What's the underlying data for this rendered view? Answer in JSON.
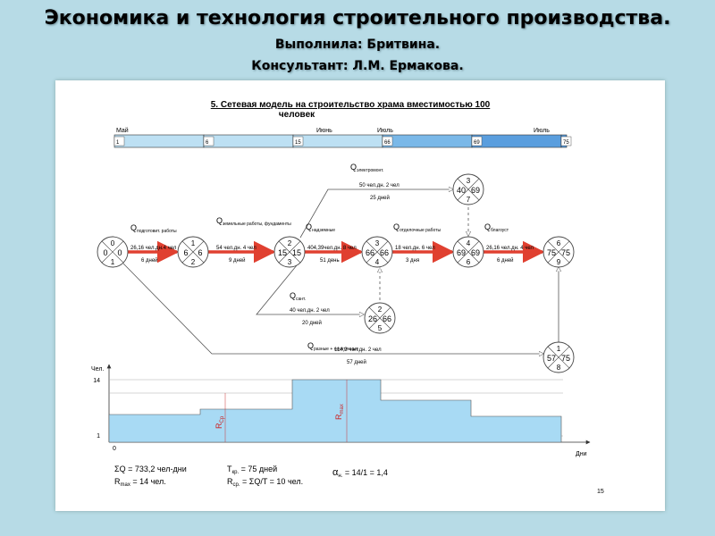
{
  "header": {
    "title": "Экономика и технология строительного производства.",
    "author": "Выполнила: Бритвина.",
    "consultant": "Консультант: Л.М. Ермакова."
  },
  "sheet": {
    "title_line1": "5. Сетевая модель на строительство храма вместимостью 100",
    "title_line2": "человек",
    "page_number": "15"
  },
  "calendar": {
    "months": [
      "Май",
      "Июнь",
      "Июль",
      "Июль"
    ],
    "days": [
      "1",
      "6",
      "15",
      "66",
      "69",
      "75"
    ]
  },
  "nodes": [
    {
      "num": "0",
      "es": "0",
      "ef": "0",
      "reserve": "1"
    },
    {
      "num": "1",
      "es": "6",
      "ef": "6",
      "reserve": "2"
    },
    {
      "num": "2",
      "es": "15",
      "ef": "15",
      "reserve": "3"
    },
    {
      "num": "3",
      "es": "66",
      "ef": "66",
      "reserve": "4"
    },
    {
      "num": "4",
      "es": "69",
      "ef": "69",
      "reserve": "6"
    },
    {
      "num": "6",
      "es": "75",
      "ef": "75",
      "reserve": "9"
    },
    {
      "num": "3",
      "es": "40",
      "ef": "69",
      "reserve": "7"
    },
    {
      "num": "2",
      "es": "26",
      "ef": "66",
      "reserve": "5"
    },
    {
      "num": "1",
      "es": "57",
      "ef": "75",
      "reserve": "8"
    }
  ],
  "works": [
    {
      "label": "Q",
      "sub": "подготовит. работы",
      "workload": "26,16 чел.дн.4 чел",
      "duration": "6 дней"
    },
    {
      "label": "Q",
      "sub": "земельные работы, фундаменты",
      "workload": "54 чел.дн.   4 чел",
      "duration": "9 дней"
    },
    {
      "label": "Q",
      "sub": "надземные",
      "workload": "404,39чел.дн. 8 чел",
      "duration": "51 день"
    },
    {
      "label": "Q",
      "sub": "отделочные работы",
      "workload": "18 чел.дн.  6 чел",
      "duration": "3 дня"
    },
    {
      "label": "Q",
      "sub": "благоуст",
      "workload": "26,16 чел.дн.  4 чел",
      "duration": "6 дней"
    },
    {
      "label": "Q",
      "sub": "электромонт.",
      "workload": "50 чел.дн.    2 чел",
      "duration": "25 дней"
    },
    {
      "label": "Q",
      "sub": "сант.",
      "workload": "40 чел.дн.    2 чел",
      "duration": "20 дней"
    },
    {
      "label": "Q",
      "sub": "разные + неучтенные",
      "workload": "114,2 чел.дн.        2 чел",
      "duration": "57 дней"
    }
  ],
  "histogram": {
    "y_axis_label": "Чел.",
    "x_axis_label": "Дни",
    "y_ticks": [
      "14",
      "1",
      "0"
    ],
    "r_avg_label": "R",
    "r_avg_sub": "Ср",
    "r_max_label": "R",
    "r_max_sub": "max"
  },
  "formulas": {
    "sum_q": "ΣQ = 733,2 чел-дни",
    "r_max": "R",
    "r_max_sub": "max",
    "r_max_val": " = 14 чел.",
    "t_kr": "T",
    "t_kr_sub": "кр.",
    "t_kr_val": " =  75 дней",
    "r_sr": "R",
    "r_sr_sub": "ср.",
    "r_sr_val": " =  ΣQ/T = 10 чел.",
    "alpha": "α",
    "alpha_sub": "н.",
    "alpha_val": " =  14/1",
    "alpha_tail": " = 1,4"
  }
}
